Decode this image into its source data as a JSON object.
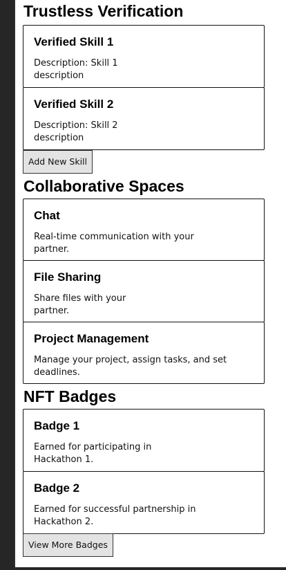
{
  "sections": {
    "trust": {
      "title": "Trustless Verification",
      "cards": [
        {
          "title": "Verified Skill 1",
          "text": "Description: Skill 1\ndescription"
        },
        {
          "title": "Verified Skill 2",
          "text": "Description: Skill 2\ndescription"
        }
      ],
      "button": "Add New Skill"
    },
    "collab": {
      "title": "Collaborative Spaces",
      "cards": [
        {
          "title": "Chat",
          "text": "Real-time communication with your\npartner."
        },
        {
          "title": "File Sharing",
          "text": "Share files with your\npartner."
        },
        {
          "title": "Project Management",
          "text": "Manage your project, assign tasks, and set\ndeadlines."
        }
      ]
    },
    "nft": {
      "title": "NFT Badges",
      "cards": [
        {
          "title": "Badge 1",
          "text": "Earned for participating in\nHackathon 1."
        },
        {
          "title": "Badge 2",
          "text": "Earned for successful partnership in\nHackathon 2."
        }
      ],
      "button": "View More Badges"
    }
  }
}
